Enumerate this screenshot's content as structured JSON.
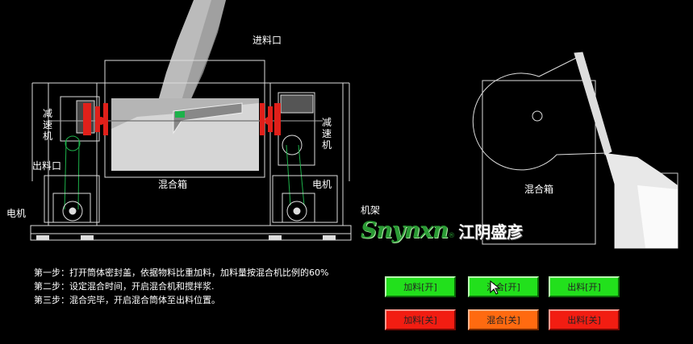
{
  "labels": {
    "inlet": "进料口",
    "reducer_left": "减速机",
    "reducer_right": "减速机",
    "outlet": "出料口",
    "motor_left": "电机",
    "motor_right": "电机",
    "mixing_box_main": "混合箱",
    "mixing_box_side": "混合箱",
    "frame": "机架"
  },
  "brand": {
    "logo": "Snynxn",
    "reg": "®",
    "company": "江阴盛彦"
  },
  "steps": [
    "第一步：打开筒体密封盖，依据物料比重加料，加料量按混合机比例的60%",
    "第二步：设定混合时间，开启混合机和搅拌浆.",
    "第三步：混合完毕，开启混合筒体至出料位置。"
  ],
  "buttons": {
    "feed_on": "加料[开]",
    "mix_on": "混合[开]",
    "discharge_on": "出料[开]",
    "feed_off": "加料[关]",
    "mix_off": "混合[关]",
    "discharge_off": "出料[关]"
  },
  "colors": {
    "on": "#22e01c",
    "off": "#f21d12",
    "off_active": "#ff6a10",
    "mechanical_red": "#e0201a",
    "belt_green": "#1db24a"
  }
}
